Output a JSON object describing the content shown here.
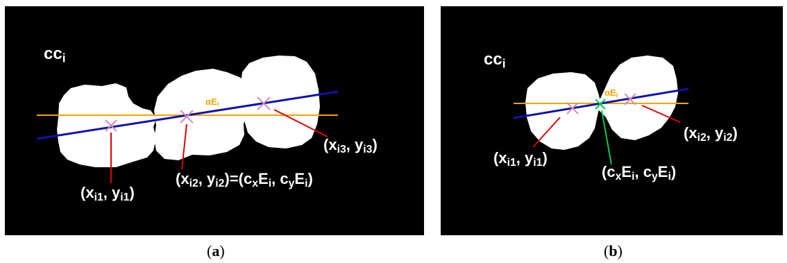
{
  "panel_a": {
    "region_label": {
      "base": "cc",
      "sub": "i"
    },
    "angle_label": {
      "base": "αE",
      "sub": "i"
    },
    "point1": "(x<sub>i1</sub>, y<sub>i1</sub>)",
    "point2": "(x<sub>i2</sub>, y<sub>i2</sub>)=(c<sub>x</sub>E<sub>i</sub>, c<sub>y</sub>E<sub>i</sub>)",
    "point3": "(x<sub>i3</sub>, y<sub>i3</sub>)",
    "caption": {
      "open": "(",
      "letter": "a",
      "close": ")"
    }
  },
  "panel_b": {
    "region_label": {
      "base": "cc",
      "sub": "i"
    },
    "angle_label": {
      "base": "αE",
      "sub": "i"
    },
    "point1": "(x<sub>i1</sub>, y<sub>i1</sub>)",
    "point2": "(x<sub>i2</sub>, y<sub>i2</sub>)",
    "center": "(c<sub>x</sub>E<sub>i</sub>, c<sub>y</sub>E<sub>i</sub>)",
    "caption": {
      "open": "(",
      "letter": "b",
      "close": ")"
    }
  },
  "colors": {
    "background": "#000000",
    "blob": "#ffffff",
    "horizontal_line": "#f5a300",
    "fit_line": "#1010b0",
    "point_marker": "#d090b0",
    "pointer_line": "#e00000",
    "center_marker": "#00cc44"
  }
}
